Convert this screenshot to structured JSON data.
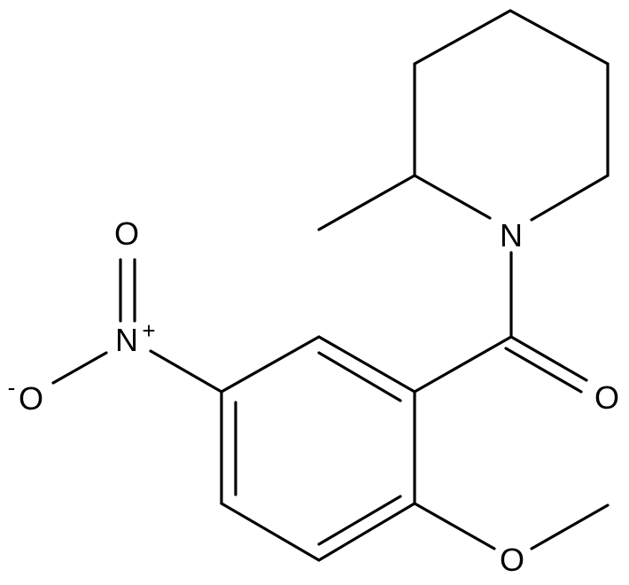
{
  "molecule": {
    "atoms": {
      "nitrogen_ring": "N",
      "carbonyl_oxygen": "O",
      "nitro_nitrogen": "N",
      "nitro_nitrogen_charge": "+",
      "nitro_oxygen_double": "O",
      "nitro_oxygen_single": "O",
      "nitro_oxygen_single_charge": "-",
      "methoxy_oxygen": "O"
    }
  }
}
